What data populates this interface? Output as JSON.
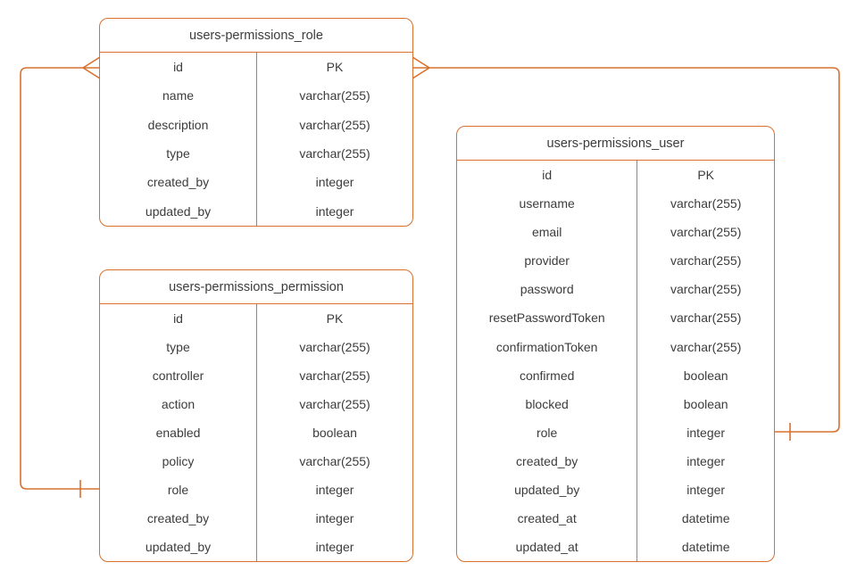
{
  "diagram": {
    "type": "entity-relationship",
    "colors": {
      "accent": "#D8702E",
      "text": "#3C3C3C",
      "background": "#FFFFFF"
    },
    "tables": [
      {
        "id": "role",
        "name": "users-permissions_role",
        "fields": [
          {
            "name": "id",
            "type": "PK"
          },
          {
            "name": "name",
            "type": "varchar(255)"
          },
          {
            "name": "description",
            "type": "varchar(255)"
          },
          {
            "name": "type",
            "type": "varchar(255)"
          },
          {
            "name": "created_by",
            "type": "integer"
          },
          {
            "name": "updated_by",
            "type": "integer"
          }
        ]
      },
      {
        "id": "permission",
        "name": "users-permissions_permission",
        "fields": [
          {
            "name": "id",
            "type": "PK"
          },
          {
            "name": "type",
            "type": "varchar(255)"
          },
          {
            "name": "controller",
            "type": "varchar(255)"
          },
          {
            "name": "action",
            "type": "varchar(255)"
          },
          {
            "name": "enabled",
            "type": "boolean"
          },
          {
            "name": "policy",
            "type": "varchar(255)"
          },
          {
            "name": "role",
            "type": "integer"
          },
          {
            "name": "created_by",
            "type": "integer"
          },
          {
            "name": "updated_by",
            "type": "integer"
          }
        ]
      },
      {
        "id": "user",
        "name": "users-permissions_user",
        "fields": [
          {
            "name": "id",
            "type": "PK"
          },
          {
            "name": "username",
            "type": "varchar(255)"
          },
          {
            "name": "email",
            "type": "varchar(255)"
          },
          {
            "name": "provider",
            "type": "varchar(255)"
          },
          {
            "name": "password",
            "type": "varchar(255)"
          },
          {
            "name": "resetPasswordToken",
            "type": "varchar(255)"
          },
          {
            "name": "confirmationToken",
            "type": "varchar(255)"
          },
          {
            "name": "confirmed",
            "type": "boolean"
          },
          {
            "name": "blocked",
            "type": "boolean"
          },
          {
            "name": "role",
            "type": "integer"
          },
          {
            "name": "created_by",
            "type": "integer"
          },
          {
            "name": "updated_by",
            "type": "integer"
          },
          {
            "name": "created_at",
            "type": "datetime"
          },
          {
            "name": "updated_at",
            "type": "datetime"
          }
        ]
      }
    ],
    "relationships": [
      {
        "from_table": "users-permissions_role",
        "from_field": "id",
        "from_cardinality": "many",
        "to_table": "users-permissions_permission",
        "to_field": "role",
        "to_cardinality": "one"
      },
      {
        "from_table": "users-permissions_role",
        "from_field": "id",
        "from_cardinality": "many",
        "to_table": "users-permissions_user",
        "to_field": "role",
        "to_cardinality": "one"
      }
    ]
  }
}
